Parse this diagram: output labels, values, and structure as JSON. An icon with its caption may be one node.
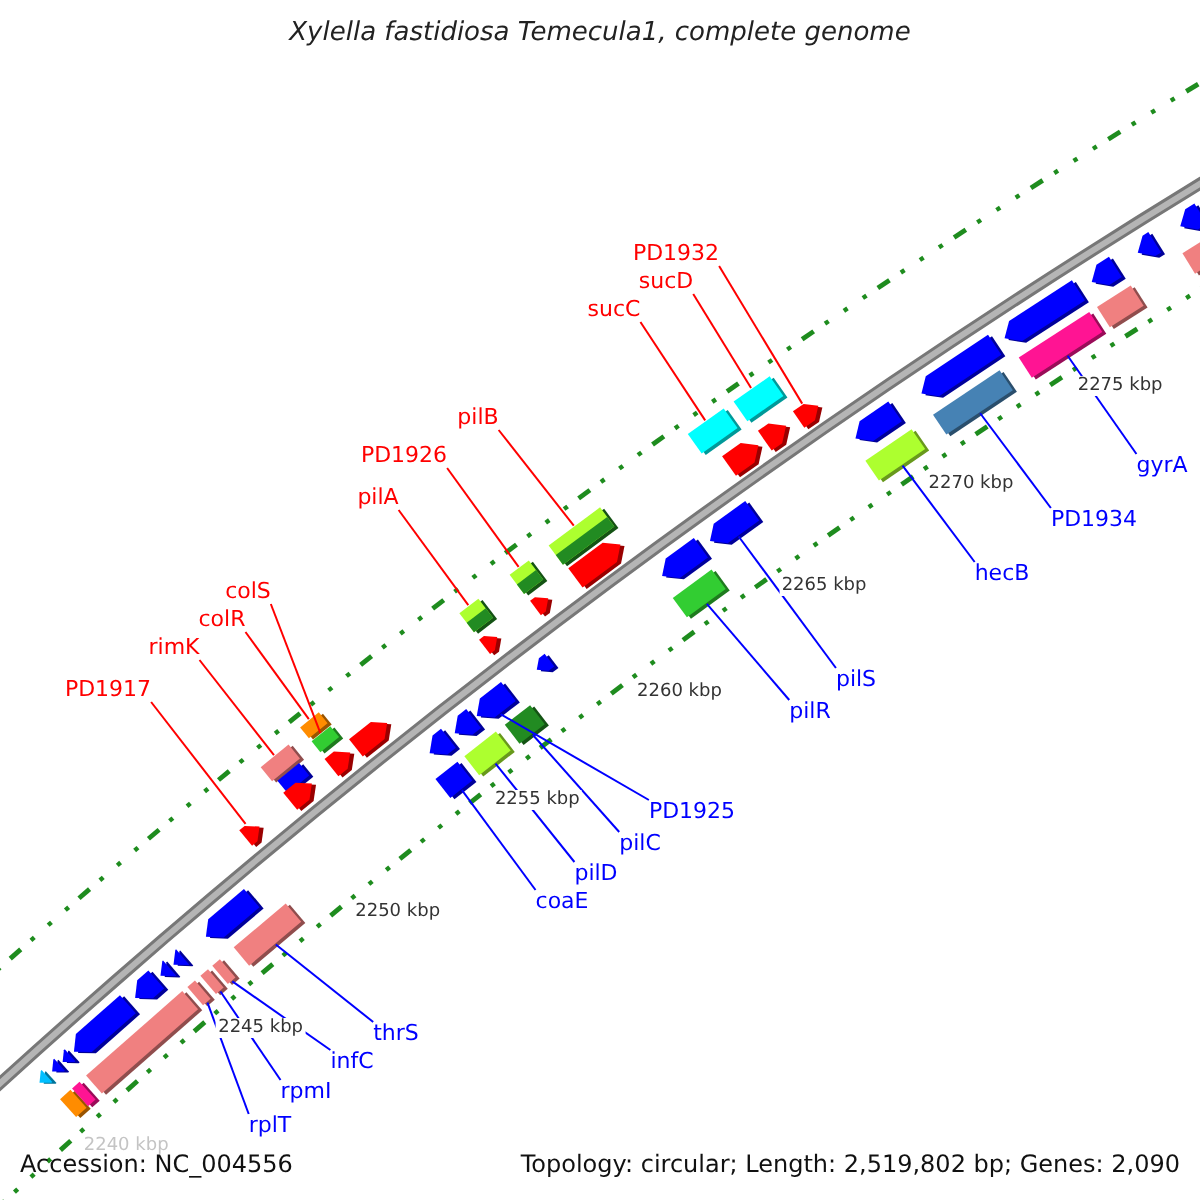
{
  "diagram": {
    "title": "Xylella fastidiosa Temecula1, complete genome",
    "nodes": [
      {
        "text": [
          "PD1917"
        ]
      },
      {
        "text": [],
        "shape": "arrow"
      },
      {
        "text": [
          "rimK"
        ]
      },
      {
        "text": [],
        "shape": "box"
      },
      {
        "text": [
          "colR"
        ]
      },
      {
        "text": [],
        "shape": "box"
      },
      {
        "text": [
          "colS"
        ]
      },
      {
        "text": [],
        "shape": "box"
      },
      {
        "text": [
          "pilA"
        ]
      },
      {
        "text": [],
        "shape": "box"
      },
      {
        "text": [
          "PD1926"
        ]
      },
      {
        "text": [],
        "shape": "box"
      },
      {
        "text": [
          "pilB"
        ]
      },
      {
        "text": [],
        "shape": "box"
      },
      {
        "text": [
          "sucC"
        ]
      },
      {
        "text": [],
        "shape": "box"
      },
      {
        "text": [
          "sucD"
        ]
      },
      {
        "text": [],
        "shape": "box"
      },
      {
        "text": [
          "PD1932"
        ]
      },
      {
        "text": [],
        "shape": "arrow"
      },
      {
        "text": [
          "rplT"
        ]
      },
      {
        "text": [],
        "shape": "box"
      },
      {
        "text": [
          "rpmI"
        ]
      },
      {
        "text": [],
        "shape": "box"
      },
      {
        "text": [
          "infC"
        ]
      },
      {
        "text": [],
        "shape": "box"
      },
      {
        "text": [
          "thrS"
        ]
      },
      {
        "text": [],
        "shape": "box"
      },
      {
        "text": [
          "coaE"
        ]
      },
      {
        "text": [],
        "shape": "box"
      },
      {
        "text": [
          "pilD"
        ]
      },
      {
        "text": [],
        "shape": "box"
      },
      {
        "text": [
          "pilC"
        ]
      },
      {
        "text": [],
        "shape": "box"
      },
      {
        "text": [
          "PD1925"
        ]
      },
      {
        "text": [],
        "shape": "arrow"
      },
      {
        "text": [
          "pilR"
        ]
      },
      {
        "text": [],
        "shape": "box"
      },
      {
        "text": [
          "pilS"
        ]
      },
      {
        "text": [],
        "shape": "arrow"
      },
      {
        "text": [
          "hecB"
        ]
      },
      {
        "text": [],
        "shape": "box"
      },
      {
        "text": [
          "PD1934"
        ]
      },
      {
        "text": [],
        "shape": "box"
      },
      {
        "text": [
          "gyrA"
        ]
      },
      {
        "text": [],
        "shape": "box"
      },
      {
        "text": [],
        "shape": "arrow"
      },
      {
        "text": [],
        "shape": "arrow"
      },
      {
        "text": [],
        "shape": "arrow"
      },
      {
        "text": [],
        "shape": "box"
      },
      {
        "text": [],
        "shape": "box"
      },
      {
        "text": [],
        "shape": "arrow"
      },
      {
        "text": [],
        "shape": "box"
      },
      {
        "text": [],
        "shape": "arrow"
      },
      {
        "text": [],
        "shape": "arrow"
      },
      {
        "text": [],
        "shape": "arrow"
      },
      {
        "text": [],
        "shape": "arrow"
      },
      {
        "text": [],
        "shape": "box"
      },
      {
        "text": [],
        "shape": "arrow"
      },
      {
        "text": [],
        "shape": "arrow"
      },
      {
        "text": [],
        "shape": "arrow"
      },
      {
        "text": [],
        "shape": "arrow"
      },
      {
        "text": [],
        "shape": "arrow"
      },
      {
        "text": [],
        "shape": "arrow"
      },
      {
        "text": [],
        "shape": "arrow"
      },
      {
        "text": [],
        "shape": "arrow"
      },
      {
        "text": [],
        "shape": "arrow"
      },
      {
        "text": [],
        "shape": "arrow"
      },
      {
        "text": [],
        "shape": "arrow"
      },
      {
        "text": [],
        "shape": "arrow"
      },
      {
        "text": [],
        "shape": "arrow"
      },
      {
        "text": [],
        "shape": "arrow"
      },
      {
        "text": [],
        "shape": "arrow"
      },
      {
        "text": [],
        "shape": "arrow"
      },
      {
        "text": [],
        "shape": "box"
      },
      {
        "text": [],
        "shape": "arrow"
      },
      {
        "text": [],
        "shape": "arrow"
      },
      {
        "text": [],
        "shape": "box"
      }
    ],
    "edges": [
      {
        "from": 0,
        "to": 1,
        "arrow": "none",
        "color": "#ff0000"
      },
      {
        "from": 2,
        "to": 3,
        "arrow": "none",
        "color": "#ff0000"
      },
      {
        "from": 4,
        "to": 5,
        "arrow": "none",
        "color": "#ff0000"
      },
      {
        "from": 6,
        "to": 7,
        "arrow": "none",
        "color": "#ff0000"
      },
      {
        "from": 8,
        "to": 9,
        "arrow": "none",
        "color": "#ff0000"
      },
      {
        "from": 10,
        "to": 11,
        "arrow": "none",
        "color": "#ff0000"
      },
      {
        "from": 12,
        "to": 13,
        "arrow": "none",
        "color": "#ff0000"
      },
      {
        "from": 14,
        "to": 15,
        "arrow": "none",
        "color": "#ff0000"
      },
      {
        "from": 16,
        "to": 17,
        "arrow": "none",
        "color": "#ff0000"
      },
      {
        "from": 18,
        "to": 19,
        "arrow": "none",
        "color": "#ff0000"
      },
      {
        "from": 20,
        "to": 21,
        "arrow": "none"
      },
      {
        "from": 22,
        "to": 23,
        "arrow": "none"
      },
      {
        "from": 24,
        "to": 25,
        "arrow": "none"
      },
      {
        "from": 26,
        "to": 27,
        "arrow": "none"
      },
      {
        "from": 28,
        "to": 29,
        "arrow": "none"
      },
      {
        "from": 30,
        "to": 31,
        "arrow": "none"
      },
      {
        "from": 32,
        "to": 33,
        "arrow": "none"
      },
      {
        "from": 34,
        "to": 35,
        "arrow": "none"
      },
      {
        "from": 36,
        "to": 37,
        "arrow": "none"
      },
      {
        "from": 38,
        "to": 39,
        "arrow": "none"
      },
      {
        "from": 40,
        "to": 41,
        "arrow": "none"
      },
      {
        "from": 42,
        "to": 43,
        "arrow": "none"
      },
      {
        "from": 44,
        "to": 45,
        "arrow": "none"
      }
    ],
    "labels": [
      "2240 kbp",
      "2245 kbp",
      "2250 kbp",
      "2255 kbp",
      "2260 kbp",
      "2265 kbp",
      "2270 kbp",
      "2275 kbp",
      "Accession: NC_004556",
      "Topology: circular; Length: 2,519,802 bp; Genes: 2,090"
    ]
  }
}
